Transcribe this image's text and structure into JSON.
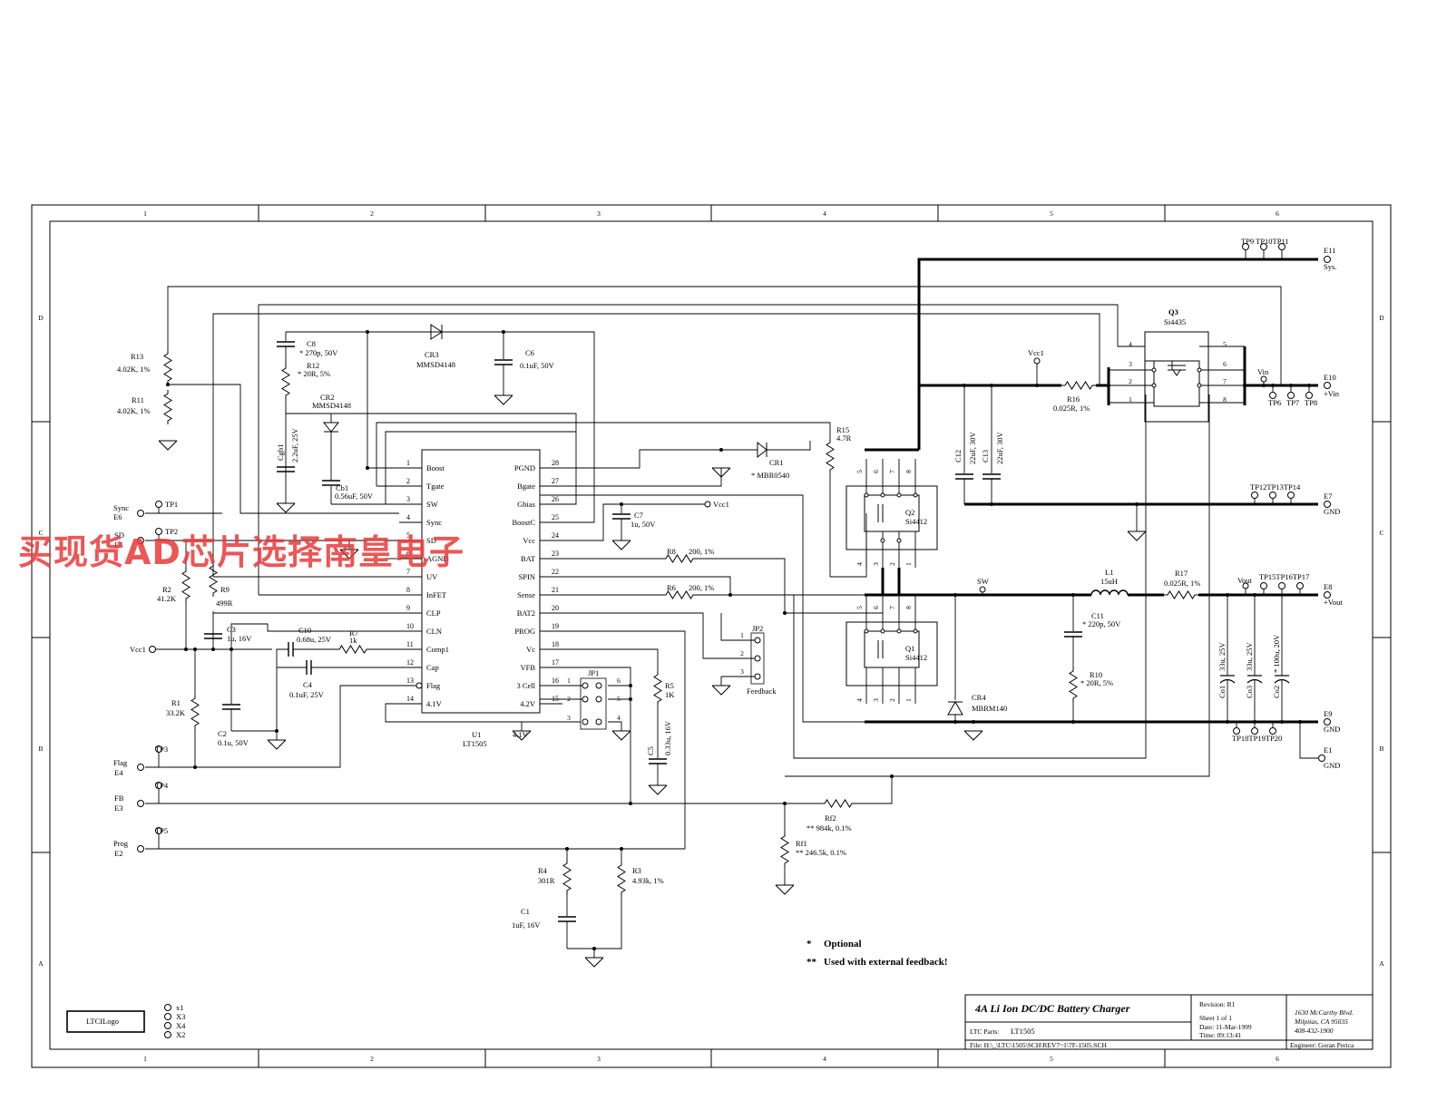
{
  "sheet": {
    "columns": [
      "1",
      "2",
      "3",
      "4",
      "5",
      "6"
    ],
    "rows": [
      "D",
      "C",
      "B",
      "A"
    ]
  },
  "watermark": "买现货AD芯片选择南皇电子",
  "ic": {
    "refdes": "U1",
    "part": "LT1505",
    "left_pins": [
      {
        "num": "1",
        "name": "Boost"
      },
      {
        "num": "2",
        "name": "Tgate"
      },
      {
        "num": "3",
        "name": "SW"
      },
      {
        "num": "4",
        "name": "Sync"
      },
      {
        "num": "5",
        "name": "SD"
      },
      {
        "num": "6",
        "name": "AGND"
      },
      {
        "num": "7",
        "name": "UV"
      },
      {
        "num": "8",
        "name": "InFET"
      },
      {
        "num": "9",
        "name": "CLP"
      },
      {
        "num": "10",
        "name": "CLN"
      },
      {
        "num": "11",
        "name": "Comp1"
      },
      {
        "num": "12",
        "name": "Cap"
      },
      {
        "num": "13",
        "name": "Flag"
      },
      {
        "num": "14",
        "name": "4.1V"
      }
    ],
    "right_pins": [
      {
        "num": "28",
        "name": "PGND"
      },
      {
        "num": "27",
        "name": "Bgate"
      },
      {
        "num": "26",
        "name": "Gbias"
      },
      {
        "num": "25",
        "name": "BoostC"
      },
      {
        "num": "24",
        "name": "Vcc"
      },
      {
        "num": "23",
        "name": "BAT"
      },
      {
        "num": "22",
        "name": "SPIN"
      },
      {
        "num": "21",
        "name": "Sense"
      },
      {
        "num": "20",
        "name": "BAT2"
      },
      {
        "num": "19",
        "name": "PROG"
      },
      {
        "num": "18",
        "name": "Vc"
      },
      {
        "num": "17",
        "name": "VFB"
      },
      {
        "num": "16",
        "name": "3 Cell"
      },
      {
        "num": "15",
        "name": "4.2V"
      }
    ]
  },
  "components": {
    "C8": [
      "C8",
      "* 270p, 50V"
    ],
    "R12": [
      "R12",
      "* 20R, 5%"
    ],
    "CR3": [
      "CR3",
      "MMSD4148"
    ],
    "C6": [
      "C6",
      "0.1uF, 50V"
    ],
    "CR2": [
      "CR2",
      "MMSD4148"
    ],
    "Cgb1": [
      "Cgb1",
      "2.2uF, 25V"
    ],
    "Cb1": [
      "Cb1",
      "0.56uF, 50V"
    ],
    "R13": [
      "R13",
      "4.02K, 1%"
    ],
    "R11": [
      "R11",
      "4.02K, 1%"
    ],
    "R2": [
      "R2",
      "41.2K"
    ],
    "R9": [
      "R9",
      "499R"
    ],
    "C3": [
      "C3",
      "1u, 16V"
    ],
    "C10": [
      "C10",
      "0.68u, 25V"
    ],
    "R7": [
      "R7",
      "1k"
    ],
    "C4": [
      "C4",
      "0.1uF, 25V"
    ],
    "R1": [
      "R1",
      "33.2K"
    ],
    "C2": [
      "C2",
      "0.1u, 50V"
    ],
    "C7": [
      "C7",
      "1u, 50V"
    ],
    "R8": [
      "R8",
      "200, 1%"
    ],
    "R6": [
      "R6",
      "200, 1%"
    ],
    "CR1": [
      "CR1",
      "* MBR0540"
    ],
    "R15": [
      "R15",
      "4.7R"
    ],
    "JP2": [
      "JP2",
      "Feedback"
    ],
    "JP1": [
      "JP1"
    ],
    "R5": [
      "R5",
      "1K"
    ],
    "C5": [
      "C5",
      "0.33u, 16V"
    ],
    "Q2": [
      "Q2",
      "Si4412"
    ],
    "Q1": [
      "Q1",
      "Si4412"
    ],
    "Q3": [
      "Q3",
      "Si4435"
    ],
    "R16": [
      "R16",
      "0.025R, 1%"
    ],
    "C12": [
      "C12",
      "22uF, 30V"
    ],
    "C13": [
      "C13",
      "22uF, 30V"
    ],
    "L1": [
      "L1",
      "15uH"
    ],
    "R17": [
      "R17",
      "0.025R, 1%"
    ],
    "C11": [
      "C11",
      "* 220p, 50V"
    ],
    "R10": [
      "R10",
      "* 20R, 5%"
    ],
    "CR4": [
      "CR4",
      "MBRM140"
    ],
    "Co1": [
      "Co1",
      "33u, 25V"
    ],
    "Co3": [
      "Co3",
      "33u, 25V"
    ],
    "Co2": [
      "Co2",
      "* 100u, 20V"
    ],
    "Rf2": [
      "Rf2",
      "** 984k, 0.1%"
    ],
    "Rf1": [
      "Rf1",
      "** 246.5k, 0.1%"
    ],
    "R4": [
      "R4",
      "301R"
    ],
    "R3": [
      "R3",
      "4.93k, 1%"
    ],
    "C1": [
      "C1",
      "1uF, 16V"
    ]
  },
  "nets": {
    "vcc1_left": "Vcc1",
    "vcc1_c7": "Vcc1",
    "vcc1_r16": "Vcc1",
    "vin": "Vin",
    "sw": "SW",
    "vout": "Vout",
    "v41": "4.1V"
  },
  "connectors": {
    "sync": [
      "Sync",
      "E6"
    ],
    "sd": [
      "SD",
      "E5"
    ],
    "flag": [
      "Flag",
      "E4"
    ],
    "fb": [
      "FB",
      "E3"
    ],
    "prog": [
      "Prog",
      "E2"
    ],
    "sys": [
      "E11",
      "Sys."
    ],
    "vin": [
      "E10",
      "+Vin"
    ],
    "gnd7": [
      "E7",
      "GND"
    ],
    "vout": [
      "E8",
      "+Vout"
    ],
    "gnd9": [
      "E9",
      "GND"
    ],
    "gnd1": [
      "E1",
      "GND"
    ]
  },
  "testpoints": {
    "tp1": "TP1",
    "tp2": "TP2",
    "tp3": "TP3",
    "tp4": "TP4",
    "tp5": "TP5",
    "top_sys": "TP9 TP10TP11",
    "vin_row": [
      "TP6",
      "TP7",
      "TP8"
    ],
    "gnd_row": "TP12TP13TP14",
    "vout_row": "TP15TP16TP17",
    "gnd9_row": "TP18TP19TP20"
  },
  "notes": [
    {
      "mark": "*",
      "text": "Optional"
    },
    {
      "mark": "**",
      "text": "Used with external feedback!"
    }
  ],
  "logo": {
    "name": "LTCILogo",
    "holes": [
      "x1",
      "X3",
      "X4",
      "X2"
    ]
  },
  "title_block": {
    "title": "4A Li Ion DC/DC Battery Charger",
    "ltc_parts_label": "LTC Parts:",
    "ltc_parts": "LT1505",
    "file": "File:  H:\\_\\LTC\\1505\\SCH\\REV7~1\\7F-1505.SCH",
    "revision": "Revision: R1",
    "sheet": "Sheet 1   of  1",
    "date": "Date:  11-Mar-1999",
    "time": "Time: 09:13:41",
    "address": [
      "1630 McCarthy Blvd.",
      "Milpitas,  CA  95035",
      "408-432-1900"
    ],
    "engineer": "Engineer: Goran Perica"
  }
}
